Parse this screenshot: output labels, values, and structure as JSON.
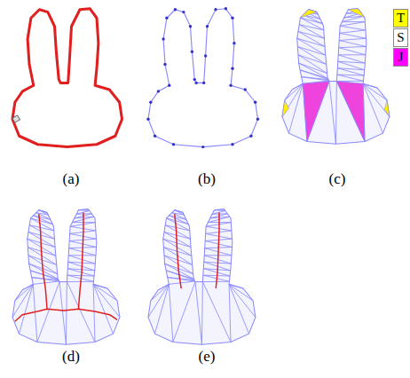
{
  "diagram": {
    "labels": [
      "(a)",
      "(b)",
      "(c)",
      "(d)",
      "(e)"
    ],
    "legend": [
      {
        "text": "T",
        "color": "#ffff00"
      },
      {
        "text": "S",
        "color": "#ffffff"
      },
      {
        "text": "J",
        "color": "#ff00ff"
      }
    ]
  }
}
